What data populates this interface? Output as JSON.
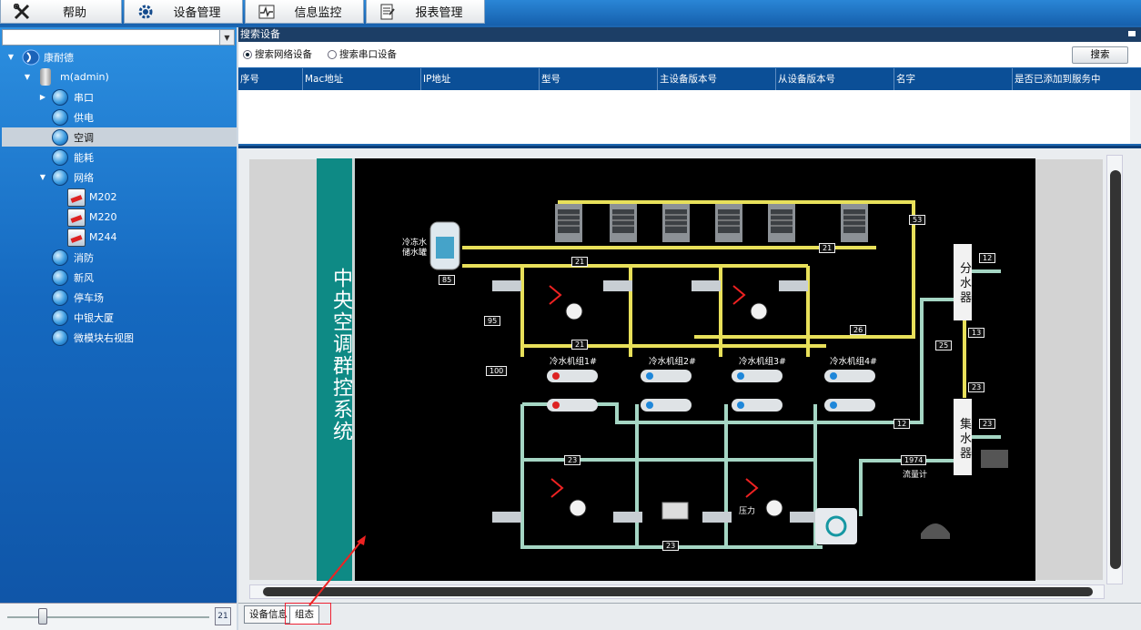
{
  "menu": {
    "tabs": [
      {
        "label": "帮助",
        "icon": "tools-icon"
      },
      {
        "label": "设备管理",
        "icon": "gear-icon"
      },
      {
        "label": "信息监控",
        "icon": "monitor-icon"
      },
      {
        "label": "报表管理",
        "icon": "report-icon"
      }
    ]
  },
  "tree": {
    "root": "康耐德",
    "admin": "m(admin)",
    "items": [
      "串口",
      "供电",
      "空调",
      "能耗",
      "网络"
    ],
    "network_children": [
      "M202",
      "M220",
      "M244"
    ],
    "items2": [
      "消防",
      "新风",
      "停车场",
      "中银大厦",
      "微模块右视图"
    ],
    "selected": "空调"
  },
  "search": {
    "title": "搜索设备",
    "radio_network": "搜索网络设备",
    "radio_serial": "搜索串口设备",
    "button": "搜索"
  },
  "table": {
    "columns": [
      "序号",
      "Mac地址",
      "IP地址",
      "型号",
      "主设备版本号",
      "从设备版本号",
      "名字",
      "是否已添加到服务中"
    ]
  },
  "diagram": {
    "banner": "中央空调群控系统",
    "storage_tank_label": [
      "冷冻水",
      "储水罐"
    ],
    "chiller_labels": [
      "冷水机组1#",
      "冷水机组2#",
      "冷水机组3#",
      "冷水机组4#"
    ],
    "distributor": "分水器",
    "collector": "集水器",
    "flowmeter_label": "流量计",
    "pressure_label": "压力",
    "values": {
      "tank": "85",
      "v53": "53",
      "v21a": "21",
      "v21b": "21",
      "v21c": "21",
      "v26": "26",
      "v25": "25",
      "v13": "13",
      "v12a": "12",
      "v12b": "12",
      "v23a": "23",
      "v23b": "23",
      "v23c": "23",
      "v23d": "23",
      "flow": "1974",
      "p95": "95",
      "p100": "100"
    }
  },
  "bottom_tabs": [
    "设备信息",
    "组态"
  ],
  "slider_icon": "21"
}
